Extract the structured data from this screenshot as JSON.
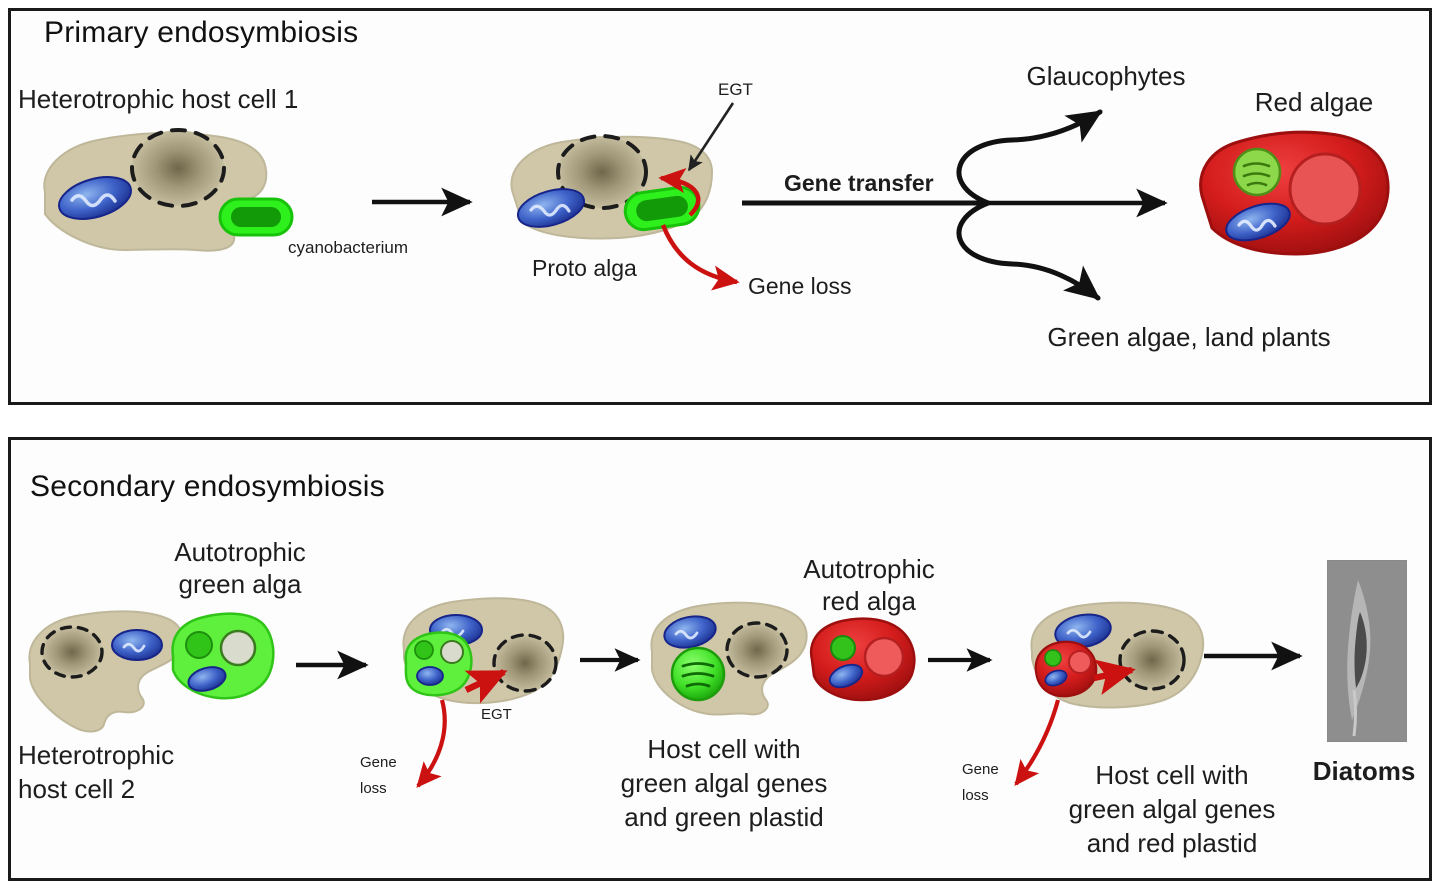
{
  "figure": {
    "title": "Endosymbiosis diagram",
    "background": "#ffffff"
  },
  "colors": {
    "host_cell_fill": "#cfc7a8",
    "host_cell_stroke": "#b8b091",
    "plastid_green": "#3fd12a",
    "plastid_green_dark": "#1f9c12",
    "green_alga_fill": "#5ef03c",
    "mitochondrion_blue": "#2b48b8",
    "red_algae_fill": "#d61f1f",
    "red_algae_dark": "#9e1212",
    "nucleus_fill": "#b9b08e",
    "gene_loss_red": "#cc1111",
    "arrow_black": "#111111",
    "diatom_box": "#8e8e8e",
    "panel_border": "#1a1a1a"
  },
  "panels": [
    {
      "id": "primary",
      "title": "Primary endosymbiosis",
      "labels": {
        "host_cell": "Heterotrophic host cell 1",
        "cyanobacterium": "cyanobacterium",
        "proto_alga": "Proto alga",
        "egt": "EGT",
        "gene_loss": "Gene loss",
        "gene_transfer": "Gene transfer",
        "glaucophytes": "Glaucophytes",
        "red_algae": "Red algae",
        "green_algae_land_plants": "Green algae, land plants"
      }
    },
    {
      "id": "secondary",
      "title": "Secondary endosymbiosis",
      "labels": {
        "autotrophic_green_alga": "Autotrophic\ngreen  alga",
        "autotrophic_green_alga_line1": "Autotrophic",
        "autotrophic_green_alga_line2": "green  alga",
        "host_cell_2_line1": "Heterotrophic",
        "host_cell_2_line2": "host cell 2",
        "egt": "EGT",
        "gene_loss_line1": "Gene",
        "gene_loss_line2": "loss",
        "host_green_line1": "Host cell with",
        "host_green_line2": "green algal  genes",
        "host_green_line3": "and green plastid",
        "autotrophic_red_alga_line1": "Autotrophic",
        "autotrophic_red_alga_line2": "red  alga",
        "gene_loss2_line1": "Gene",
        "gene_loss2_line2": "loss",
        "host_red_line1": "Host cell with",
        "host_red_line2": "green algal  genes",
        "host_red_line3": "and red plastid",
        "diatoms": "Diatoms"
      }
    }
  ],
  "chart_data": {
    "type": "diagram",
    "title": "Primary and secondary endosymbiosis",
    "stages": [
      {
        "panel": "Primary endosymbiosis",
        "steps": [
          {
            "label": "Heterotrophic host cell 1",
            "components": [
              "nucleus",
              "mitochondrion"
            ],
            "partner": "cyanobacterium"
          },
          {
            "label": "Proto alga",
            "components": [
              "nucleus",
              "mitochondrion",
              "green plastid"
            ],
            "annotations": [
              "EGT",
              "Gene loss"
            ]
          },
          {
            "label": "Gene transfer",
            "type": "transition"
          },
          {
            "label": "Glaucophytes",
            "type": "outcome"
          },
          {
            "label": "Red algae",
            "type": "outcome",
            "components": [
              "green plastid",
              "mitochondrion",
              "nucleus"
            ]
          },
          {
            "label": "Green algae, land plants",
            "type": "outcome"
          }
        ]
      },
      {
        "panel": "Secondary endosymbiosis",
        "steps": [
          {
            "label": "Heterotrophic host cell 2",
            "partner": "Autotrophic green alga"
          },
          {
            "label": "EGT / Gene loss",
            "components": [
              "host cell engulfing green alga"
            ]
          },
          {
            "label": "Host cell with green algal genes and green plastid",
            "partner": "Autotrophic red alga"
          },
          {
            "label": "Host cell with green algal genes and red plastid",
            "annotations": [
              "Gene loss"
            ]
          },
          {
            "label": "Diatoms",
            "type": "outcome"
          }
        ]
      }
    ]
  }
}
